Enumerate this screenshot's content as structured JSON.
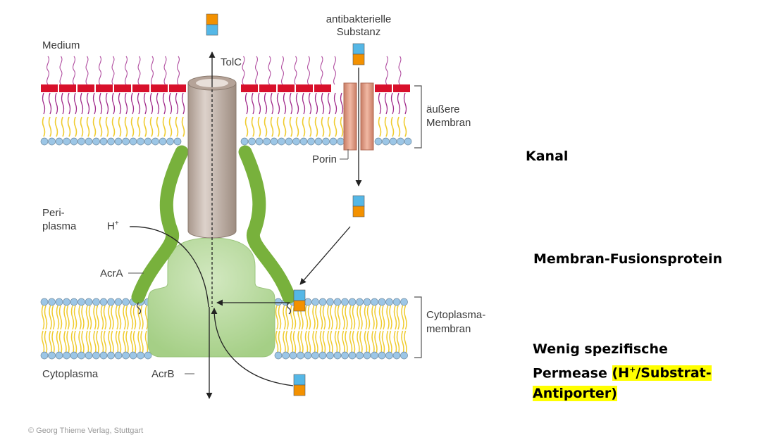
{
  "labels": {
    "medium": "Medium",
    "tolc": "TolC",
    "antibacterial_1": "antibakterielle",
    "antibacterial_2": "Substanz",
    "outer_membrane_1": "äußere",
    "outer_membrane_2": "Membran",
    "porin": "Porin",
    "periplasm_1": "Peri-",
    "periplasm_2": "plasma",
    "proton": "H",
    "proton_sup": "+",
    "acra": "AcrA",
    "cyto_membrane_1": "Cytoplasma-",
    "cyto_membrane_2": "membran",
    "cytoplasm": "Cytoplasma",
    "acrb": "AcrB"
  },
  "side_labels": {
    "kanal": "Kanal",
    "mfp": "Membran-Fusionsprotein",
    "permease_1": "Wenig spezifische",
    "permease_2a": "Permease ",
    "permease_2b": "(H",
    "permease_2c": "+",
    "permease_2d": "/Substrat-",
    "permease_3": "Antiporter)"
  },
  "credit": "© Georg Thieme Verlag, Stuttgart",
  "colors": {
    "head_red": "#d8102b",
    "tail_magenta": "#a0288a",
    "tail_yellow": "#f0cc30",
    "bead_blue": "#9cc6e6",
    "tolc": "#c9bbb2",
    "porin": "#e0a08c",
    "acra_green": "#78b13c",
    "acrb_green": "#b5d89b",
    "substrate_blue": "#55b7e6",
    "substrate_orange": "#f39100",
    "highlight": "#ffff00"
  }
}
